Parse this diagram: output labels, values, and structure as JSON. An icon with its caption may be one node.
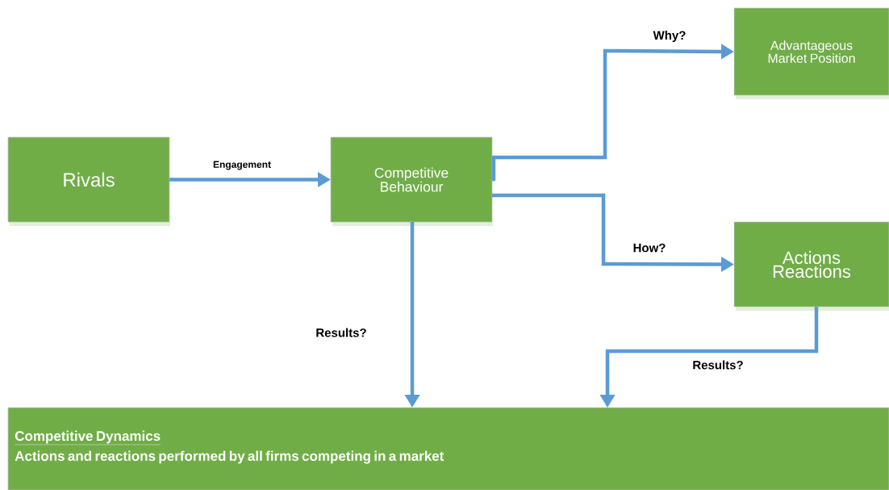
{
  "diagram": {
    "nodes": [
      {
        "text": [
          "Rivals"
        ]
      },
      {
        "text": [
          "Competitive Behaviour"
        ]
      },
      {
        "text": [
          "Advantageous Market Position"
        ]
      },
      {
        "text": [
          "Actions Reactions"
        ]
      },
      {
        "text": [
          "Competitive Dynamics",
          "Actions and reactions performed by all firms competing in a market"
        ]
      }
    ],
    "edges": [
      {
        "from": 0,
        "to": 1,
        "arrow": "to",
        "label": "Engagement"
      },
      {
        "from": 1,
        "to": 2,
        "arrow": "to",
        "label": "Why?"
      },
      {
        "from": 1,
        "to": 3,
        "arrow": "to",
        "label": "How?"
      },
      {
        "from": 1,
        "to": 4,
        "arrow": "to",
        "label": "Results?"
      },
      {
        "from": 3,
        "to": 4,
        "arrow": "to",
        "label": "Results?"
      }
    ]
  }
}
